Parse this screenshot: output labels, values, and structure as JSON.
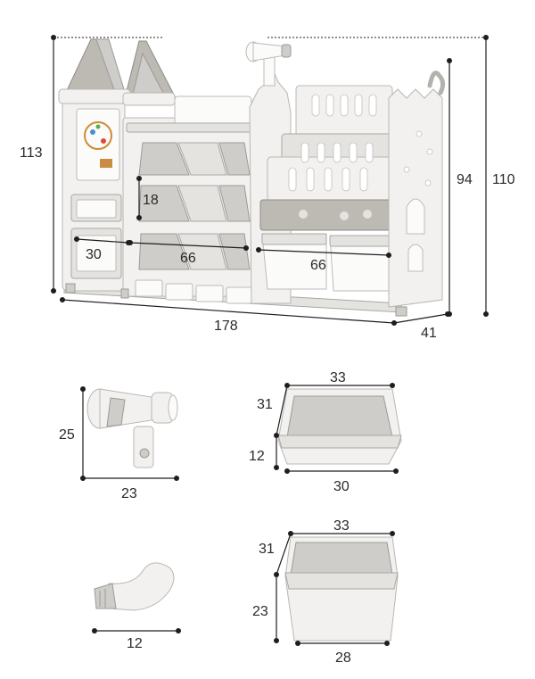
{
  "main_product": {
    "dimensions": {
      "overall_height": "113",
      "shelf_height": "18",
      "small_bin_width": "30",
      "bin_row_width": "66",
      "right_bin_width": "66",
      "total_width": "178",
      "depth": "41",
      "right_height": "94",
      "max_height": "110"
    }
  },
  "accessories": {
    "telescope": {
      "height": "25",
      "width": "23"
    },
    "hook": {
      "width": "12"
    },
    "shallow_bin": {
      "top_width": "33",
      "depth": "31",
      "height": "12",
      "bottom_width": "30"
    },
    "deep_bin": {
      "top_width": "33",
      "depth": "31",
      "height": "23",
      "bottom_width": "28"
    }
  },
  "colors": {
    "plastic_light": "#f2f1ef",
    "plastic_mid": "#e4e3e0",
    "plastic_dark": "#cfcdc9",
    "roof_grey": "#bdbab4",
    "dimension_line": "#1e1e1e"
  }
}
